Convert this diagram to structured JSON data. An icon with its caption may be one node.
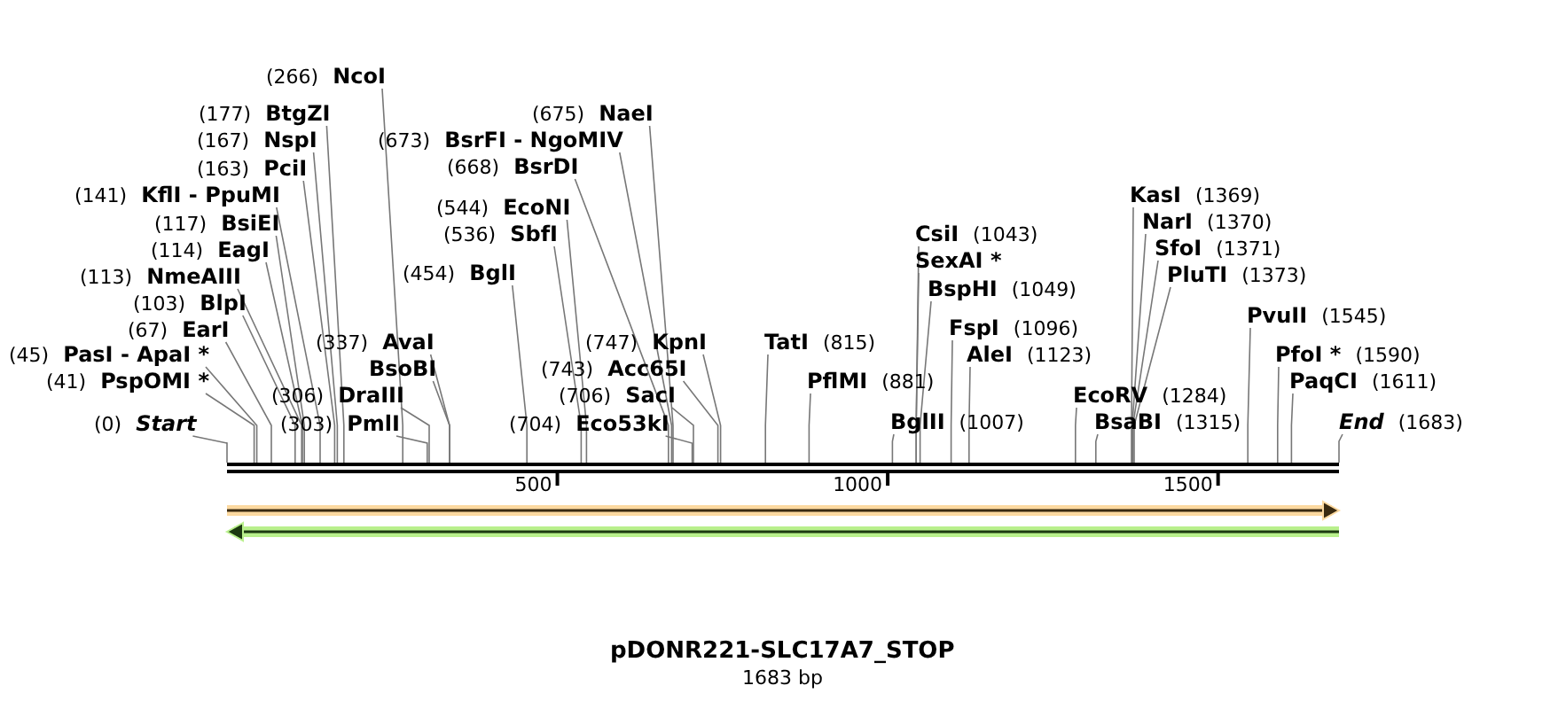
{
  "diagram": {
    "title": "pDONR221-SLC17A7_STOP",
    "caption": "1683 bp",
    "nodes": [
      {
        "text": [
          "(266)",
          "NcoI"
        ]
      },
      {
        "text": [
          "(177)",
          "BtgZI"
        ]
      },
      {
        "text": [
          "(167)",
          "NspI"
        ]
      },
      {
        "text": [
          "(163)",
          "PciI"
        ]
      },
      {
        "text": [
          "(141)",
          "KflI - PpuMI"
        ]
      },
      {
        "text": [
          "(117)",
          "BsiEI"
        ]
      },
      {
        "text": [
          "(114)",
          "EagI"
        ]
      },
      {
        "text": [
          "(113)",
          "NmeAIII"
        ]
      },
      {
        "text": [
          "(103)",
          "BlpI"
        ]
      },
      {
        "text": [
          "(67)",
          "EarI"
        ]
      },
      {
        "text": [
          "(45)",
          "PasI - ApaI *"
        ]
      },
      {
        "text": [
          "(41)",
          "PspOMI *"
        ]
      },
      {
        "text": [
          "(0)",
          "Start"
        ]
      },
      {
        "text": [
          "(337)",
          "AvaI"
        ]
      },
      {
        "text": [
          "BsoBI"
        ]
      },
      {
        "text": [
          "(306)",
          "DraIII"
        ]
      },
      {
        "text": [
          "(303)",
          "PmlI"
        ]
      },
      {
        "text": [
          "(675)",
          "NaeI"
        ]
      },
      {
        "text": [
          "(673)",
          "BsrFI - NgoMIV"
        ]
      },
      {
        "text": [
          "(668)",
          "BsrDI"
        ]
      },
      {
        "text": [
          "(544)",
          "EcoNI"
        ]
      },
      {
        "text": [
          "(536)",
          "SbfI"
        ]
      },
      {
        "text": [
          "(454)",
          "BglI"
        ]
      },
      {
        "text": [
          "(747)",
          "KpnI"
        ]
      },
      {
        "text": [
          "(743)",
          "Acc65I"
        ]
      },
      {
        "text": [
          "(706)",
          "SacI"
        ]
      },
      {
        "text": [
          "(704)",
          "Eco53kI"
        ]
      },
      {
        "text": [
          "TatI",
          "(815)"
        ]
      },
      {
        "text": [
          "PflMI",
          "(881)"
        ]
      },
      {
        "text": [
          "CsiI",
          "(1043)"
        ]
      },
      {
        "text": [
          "SexAI *"
        ]
      },
      {
        "text": [
          "BspHI",
          "(1049)"
        ]
      },
      {
        "text": [
          "FspI",
          "(1096)"
        ]
      },
      {
        "text": [
          "AleI",
          "(1123)"
        ]
      },
      {
        "text": [
          "BglII",
          "(1007)"
        ]
      },
      {
        "text": [
          "KasI",
          "(1369)"
        ]
      },
      {
        "text": [
          "NarI",
          "(1370)"
        ]
      },
      {
        "text": [
          "SfoI",
          "(1371)"
        ]
      },
      {
        "text": [
          "PluTI",
          "(1373)"
        ]
      },
      {
        "text": [
          "EcoRV",
          "(1284)"
        ]
      },
      {
        "text": [
          "BsaBI",
          "(1315)"
        ]
      },
      {
        "text": [
          "PvuII",
          "(1545)"
        ]
      },
      {
        "text": [
          "PfoI *",
          "(1590)"
        ]
      },
      {
        "text": [
          "PaqCI",
          "(1611)"
        ]
      },
      {
        "text": [
          "End",
          "(1683)"
        ]
      },
      {
        "text": [],
        "shape": "bar"
      }
    ],
    "edges": [
      {
        "from": 0,
        "to": 45,
        "arrow": "none"
      },
      {
        "from": 1,
        "to": 45,
        "arrow": "none"
      },
      {
        "from": 2,
        "to": 45,
        "arrow": "none"
      },
      {
        "from": 3,
        "to": 45,
        "arrow": "none"
      },
      {
        "from": 4,
        "to": 45,
        "arrow": "none"
      },
      {
        "from": 5,
        "to": 45,
        "arrow": "none"
      },
      {
        "from": 6,
        "to": 45,
        "arrow": "none"
      },
      {
        "from": 7,
        "to": 45,
        "arrow": "none"
      },
      {
        "from": 8,
        "to": 45,
        "arrow": "none"
      },
      {
        "from": 9,
        "to": 45,
        "arrow": "none"
      },
      {
        "from": 10,
        "to": 45,
        "arrow": "none"
      },
      {
        "from": 11,
        "to": 45,
        "arrow": "none"
      },
      {
        "from": 12,
        "to": 45,
        "arrow": "none"
      },
      {
        "from": 13,
        "to": 45,
        "arrow": "none"
      },
      {
        "from": 14,
        "to": 45,
        "arrow": "none"
      },
      {
        "from": 15,
        "to": 45,
        "arrow": "none"
      },
      {
        "from": 16,
        "to": 45,
        "arrow": "none"
      },
      {
        "from": 17,
        "to": 45,
        "arrow": "none"
      },
      {
        "from": 18,
        "to": 45,
        "arrow": "none"
      },
      {
        "from": 19,
        "to": 45,
        "arrow": "none"
      },
      {
        "from": 20,
        "to": 45,
        "arrow": "none"
      },
      {
        "from": 21,
        "to": 45,
        "arrow": "none"
      },
      {
        "from": 22,
        "to": 45,
        "arrow": "none"
      },
      {
        "from": 23,
        "to": 45,
        "arrow": "none"
      },
      {
        "from": 24,
        "to": 45,
        "arrow": "none"
      },
      {
        "from": 25,
        "to": 45,
        "arrow": "none"
      },
      {
        "from": 26,
        "to": 45,
        "arrow": "none"
      },
      {
        "from": 27,
        "to": 45,
        "arrow": "none"
      },
      {
        "from": 28,
        "to": 45,
        "arrow": "none"
      },
      {
        "from": 29,
        "to": 45,
        "arrow": "none"
      },
      {
        "from": 30,
        "to": 45,
        "arrow": "none"
      },
      {
        "from": 31,
        "to": 45,
        "arrow": "none"
      },
      {
        "from": 32,
        "to": 45,
        "arrow": "none"
      },
      {
        "from": 33,
        "to": 45,
        "arrow": "none"
      },
      {
        "from": 34,
        "to": 45,
        "arrow": "none"
      },
      {
        "from": 35,
        "to": 45,
        "arrow": "none"
      },
      {
        "from": 36,
        "to": 45,
        "arrow": "none"
      },
      {
        "from": 37,
        "to": 45,
        "arrow": "none"
      },
      {
        "from": 38,
        "to": 45,
        "arrow": "none"
      },
      {
        "from": 39,
        "to": 45,
        "arrow": "none"
      },
      {
        "from": 40,
        "to": 45,
        "arrow": "none"
      },
      {
        "from": 41,
        "to": 45,
        "arrow": "none"
      },
      {
        "from": 42,
        "to": 45,
        "arrow": "none"
      },
      {
        "from": 43,
        "to": 45,
        "arrow": "none"
      },
      {
        "from": 44,
        "to": 45,
        "arrow": "none"
      }
    ],
    "labels": [
      "500",
      "1000",
      "1500"
    ]
  }
}
